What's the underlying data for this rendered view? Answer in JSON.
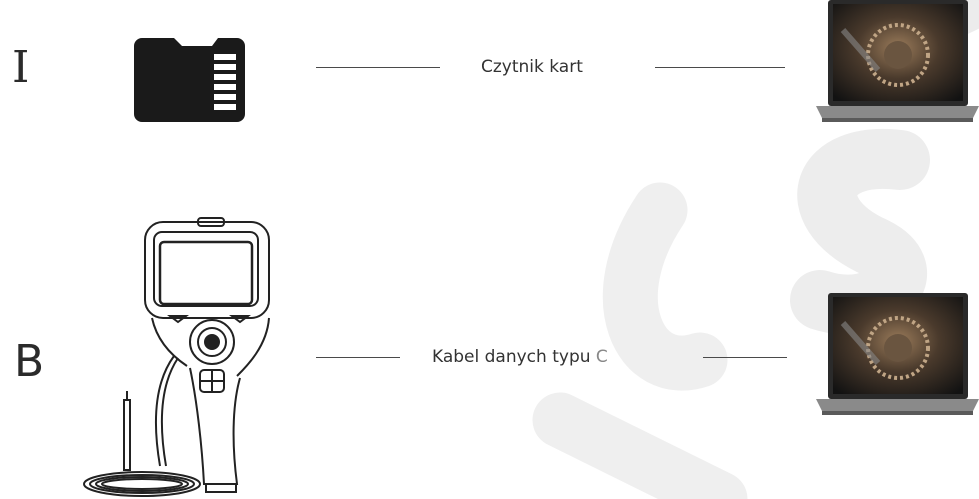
{
  "rows": [
    {
      "marker": "I",
      "method_label": "Czytnik kart",
      "device": "microsd-card",
      "target": "laptop"
    },
    {
      "marker": "B",
      "method_label_main": "Kabel danych typu ",
      "method_label_tail": "C",
      "device": "borescope",
      "target": "laptop"
    }
  ],
  "colors": {
    "line": "#4a4a4a",
    "card": "#1a1a1a",
    "watermark": "#e9e9e9"
  }
}
